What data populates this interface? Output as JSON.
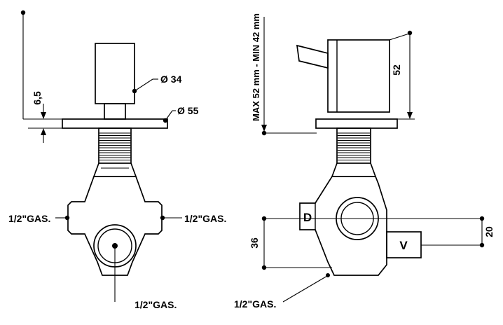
{
  "front_view": {
    "handle_diameter": "Ø 34",
    "flange_diameter": "Ø 55",
    "flange_thickness": "6,5",
    "left_port": "1/2\"GAS.",
    "right_port": "1/2\"GAS.",
    "bottom_port": "1/2\"GAS."
  },
  "side_view": {
    "wall_distance_range": "MAX 52 mm - MIN 42 mm",
    "handle_height": "52",
    "center_to_base": "36",
    "outlet_offset": "20",
    "inlet_label": "D",
    "outlet_label": "V",
    "bottom_port": "1/2\"GAS."
  },
  "colors": {
    "line": "#000000",
    "background": "#ffffff"
  }
}
